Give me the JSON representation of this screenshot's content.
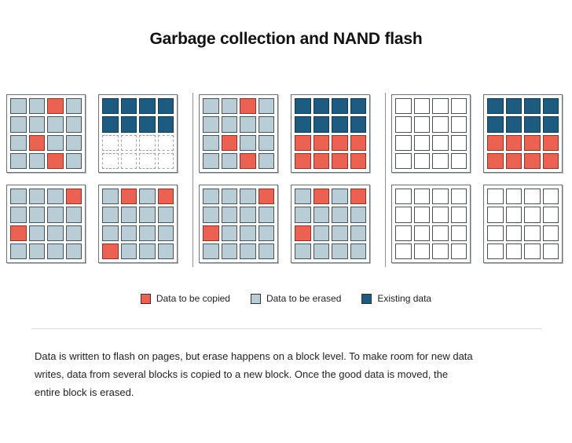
{
  "title": "Garbage collection and NAND flash",
  "colors": {
    "copy": "#eb6252",
    "erase": "#b8cdd6",
    "existing": "#1d5c80",
    "empty": "#ffffff",
    "divider": "#8d9196",
    "rule": "#dcdddf"
  },
  "legend": {
    "items": [
      {
        "label": "Data to be copied",
        "color": "#eb6252",
        "state": "copy"
      },
      {
        "label": "Data to be erased",
        "color": "#b8cdd6",
        "state": "erase"
      },
      {
        "label": "Existing data",
        "color": "#1d5c80",
        "state": "existing"
      }
    ]
  },
  "caption": "Data is written to flash on pages, but erase happens on a block level. To make room for new data writes, data from several blocks is copied to a new block. Once the good data is moved, the entire block is erased.",
  "diagram": {
    "grid_rows": 4,
    "grid_cols": 4,
    "stages": [
      {
        "name": "stage-1-before-copy",
        "blocks": [
          {
            "name": "block-1",
            "position": "top-left",
            "cells": [
              [
                "erase",
                "erase",
                "copy",
                "erase"
              ],
              [
                "erase",
                "erase",
                "erase",
                "erase"
              ],
              [
                "erase",
                "copy",
                "erase",
                "erase"
              ],
              [
                "erase",
                "erase",
                "copy",
                "erase"
              ]
            ]
          },
          {
            "name": "block-2",
            "position": "top-right",
            "cells": [
              [
                "existing",
                "existing",
                "existing",
                "existing"
              ],
              [
                "existing",
                "existing",
                "existing",
                "existing"
              ],
              [
                "free",
                "free",
                "free",
                "free"
              ],
              [
                "free",
                "free",
                "free",
                "free"
              ]
            ]
          },
          {
            "name": "block-3",
            "position": "bottom-left",
            "cells": [
              [
                "erase",
                "erase",
                "erase",
                "copy"
              ],
              [
                "erase",
                "erase",
                "erase",
                "erase"
              ],
              [
                "copy",
                "erase",
                "erase",
                "erase"
              ],
              [
                "erase",
                "erase",
                "erase",
                "erase"
              ]
            ]
          },
          {
            "name": "block-4",
            "position": "bottom-right",
            "cells": [
              [
                "erase",
                "copy",
                "erase",
                "copy"
              ],
              [
                "erase",
                "erase",
                "erase",
                "erase"
              ],
              [
                "erase",
                "erase",
                "erase",
                "erase"
              ],
              [
                "copy",
                "erase",
                "erase",
                "erase"
              ]
            ]
          }
        ]
      },
      {
        "name": "stage-2-after-copy",
        "blocks": [
          {
            "name": "block-5",
            "position": "top-left",
            "cells": [
              [
                "erase",
                "erase",
                "copy",
                "erase"
              ],
              [
                "erase",
                "erase",
                "erase",
                "erase"
              ],
              [
                "erase",
                "copy",
                "erase",
                "erase"
              ],
              [
                "erase",
                "erase",
                "copy",
                "erase"
              ]
            ]
          },
          {
            "name": "block-6",
            "position": "top-right",
            "cells": [
              [
                "existing",
                "existing",
                "existing",
                "existing"
              ],
              [
                "existing",
                "existing",
                "existing",
                "existing"
              ],
              [
                "copy",
                "copy",
                "copy",
                "copy"
              ],
              [
                "copy",
                "copy",
                "copy",
                "copy"
              ]
            ]
          },
          {
            "name": "block-7",
            "position": "bottom-left",
            "cells": [
              [
                "erase",
                "erase",
                "erase",
                "copy"
              ],
              [
                "erase",
                "erase",
                "erase",
                "erase"
              ],
              [
                "copy",
                "erase",
                "erase",
                "erase"
              ],
              [
                "erase",
                "erase",
                "erase",
                "erase"
              ]
            ]
          },
          {
            "name": "block-8",
            "position": "bottom-right",
            "cells": [
              [
                "erase",
                "copy",
                "erase",
                "copy"
              ],
              [
                "erase",
                "erase",
                "erase",
                "erase"
              ],
              [
                "copy",
                "erase",
                "erase",
                "erase"
              ],
              [
                "erase",
                "erase",
                "erase",
                "erase"
              ]
            ]
          }
        ]
      },
      {
        "name": "stage-3-after-erase",
        "blocks": [
          {
            "name": "block-9",
            "position": "top-left",
            "cells": [
              [
                "empty",
                "empty",
                "empty",
                "empty"
              ],
              [
                "empty",
                "empty",
                "empty",
                "empty"
              ],
              [
                "empty",
                "empty",
                "empty",
                "empty"
              ],
              [
                "empty",
                "empty",
                "empty",
                "empty"
              ]
            ]
          },
          {
            "name": "block-10",
            "position": "top-right",
            "cells": [
              [
                "existing",
                "existing",
                "existing",
                "existing"
              ],
              [
                "existing",
                "existing",
                "existing",
                "existing"
              ],
              [
                "copy",
                "copy",
                "copy",
                "copy"
              ],
              [
                "copy",
                "copy",
                "copy",
                "copy"
              ]
            ]
          },
          {
            "name": "block-11",
            "position": "bottom-left",
            "cells": [
              [
                "empty",
                "empty",
                "empty",
                "empty"
              ],
              [
                "empty",
                "empty",
                "empty",
                "empty"
              ],
              [
                "empty",
                "empty",
                "empty",
                "empty"
              ],
              [
                "empty",
                "empty",
                "empty",
                "empty"
              ]
            ]
          },
          {
            "name": "block-12",
            "position": "bottom-right",
            "cells": [
              [
                "empty",
                "empty",
                "empty",
                "empty"
              ],
              [
                "empty",
                "empty",
                "empty",
                "empty"
              ],
              [
                "empty",
                "empty",
                "empty",
                "empty"
              ],
              [
                "empty",
                "empty",
                "empty",
                "empty"
              ]
            ]
          }
        ]
      }
    ]
  }
}
